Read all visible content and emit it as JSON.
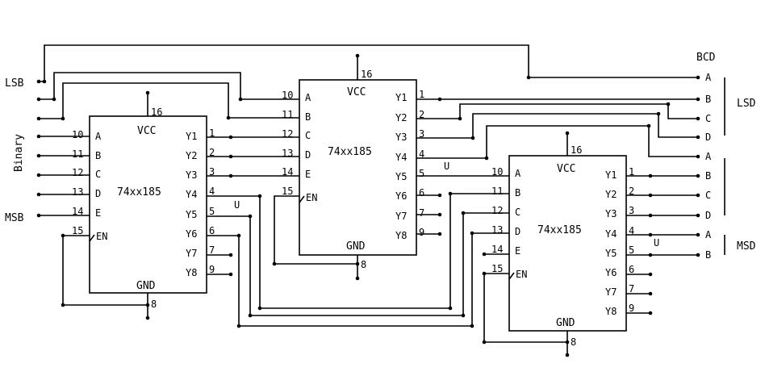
{
  "labels": {
    "lsb": "LSB",
    "msb": "MSB",
    "binary": "Binary",
    "bcd": "BCD",
    "lsd": "LSD",
    "msd": "MSD"
  },
  "outputs": [
    "A",
    "B",
    "C",
    "D",
    "A",
    "B",
    "C",
    "D",
    "A",
    "B"
  ],
  "chip": {
    "part": "74xx185",
    "vcc": "VCC",
    "gnd": "GND",
    "vcc_pin": "16",
    "gnd_pin": "8",
    "en_label": "EN",
    "en_pin": "15",
    "in_labels": [
      "A",
      "B",
      "C",
      "D",
      "E"
    ],
    "in_pins": [
      "10",
      "11",
      "12",
      "13",
      "14"
    ],
    "out_labels": [
      "Y1",
      "Y2",
      "Y3",
      "Y4",
      "Y5",
      "Y6",
      "Y7",
      "Y8"
    ],
    "out_pins": [
      "1",
      "2",
      "3",
      "4",
      "5",
      "6",
      "7",
      "9"
    ]
  },
  "unused_mark": "U"
}
